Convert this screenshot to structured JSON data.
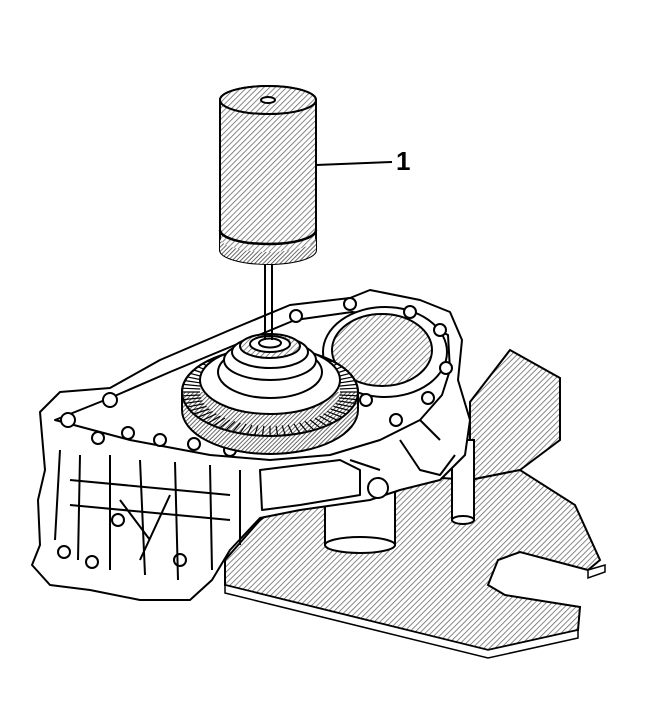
{
  "figure": {
    "callouts": [
      {
        "number": "1",
        "part": "bearing-installer-tool"
      }
    ],
    "parts": [
      "bearing-installer-tool",
      "pinion-bearing",
      "ring-gear",
      "transfer-case-housing",
      "holding-fixture",
      "press-pin"
    ],
    "colors": {
      "line": "#000000",
      "background": "#ffffff",
      "hatch": "#6a6a6a"
    }
  }
}
